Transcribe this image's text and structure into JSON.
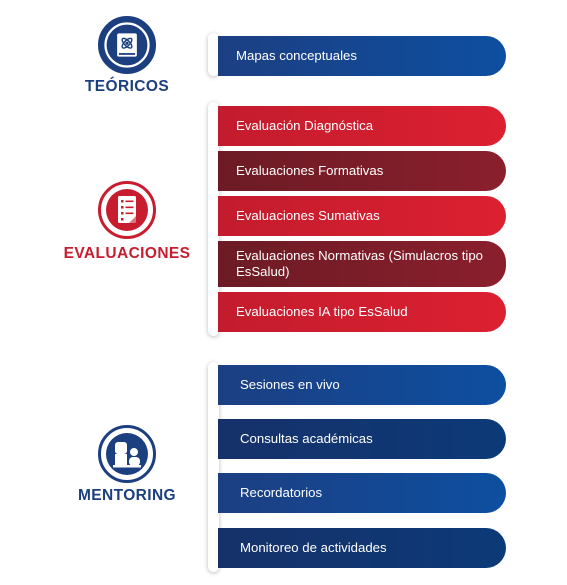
{
  "sections": [
    {
      "title": "TEÓRICOS",
      "icon": "book-atom-icon",
      "color": "#1b3f7f",
      "items": [
        "Mapas conceptuales"
      ]
    },
    {
      "title": "EVALUACIONES",
      "icon": "clipboard-checklist-icon",
      "color": "#c81d2e",
      "items": [
        "Evaluación Diagnóstica",
        "Evaluaciones Formativas",
        "Evaluaciones Sumativas",
        "Evaluaciones Normativas (Simulacros tipo EsSalud)",
        "Evaluaciones IA tipo EsSalud"
      ]
    },
    {
      "title": "MENTORING",
      "icon": "mentor-people-icon",
      "color": "#1b3f7f",
      "items": [
        "Sesiones en vivo",
        "Consultas académicas",
        "Recordatorios",
        "Monitoreo de actividades"
      ]
    }
  ],
  "colors": {
    "blue": "#1b3f7f",
    "blue_bright": "#0d4fa0",
    "red": "#d41f30",
    "maroon": "#7a1d28"
  }
}
